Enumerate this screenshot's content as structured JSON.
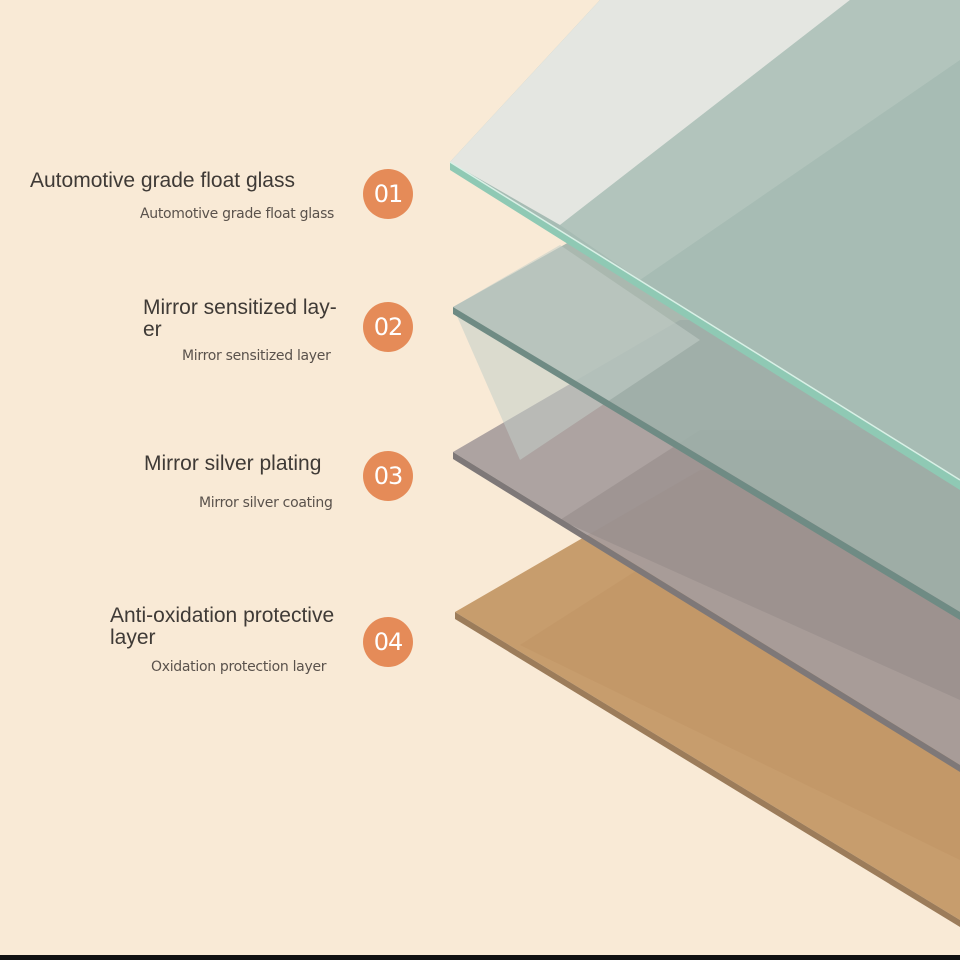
{
  "layers": [
    {
      "number": "01",
      "title": "Automotive grade float glass",
      "subtitle": "Automotive grade float glass",
      "color": "#a3b9b1"
    },
    {
      "number": "02",
      "title": "Mirror sensitized lay-\ner",
      "subtitle": "Mirror sensitized layer",
      "color": "#9aaba4"
    },
    {
      "number": "03",
      "title": "Mirror silver plating",
      "subtitle": "Mirror silver coating",
      "color": "#a4999a"
    },
    {
      "number": "04",
      "title": "Anti-oxidation protective\nlayer",
      "subtitle": "Oxidation protection layer",
      "color": "#c49a6b"
    }
  ],
  "colors": {
    "background": "#f9ead6",
    "badge": "#e58b58",
    "text": "#3f3a36"
  }
}
